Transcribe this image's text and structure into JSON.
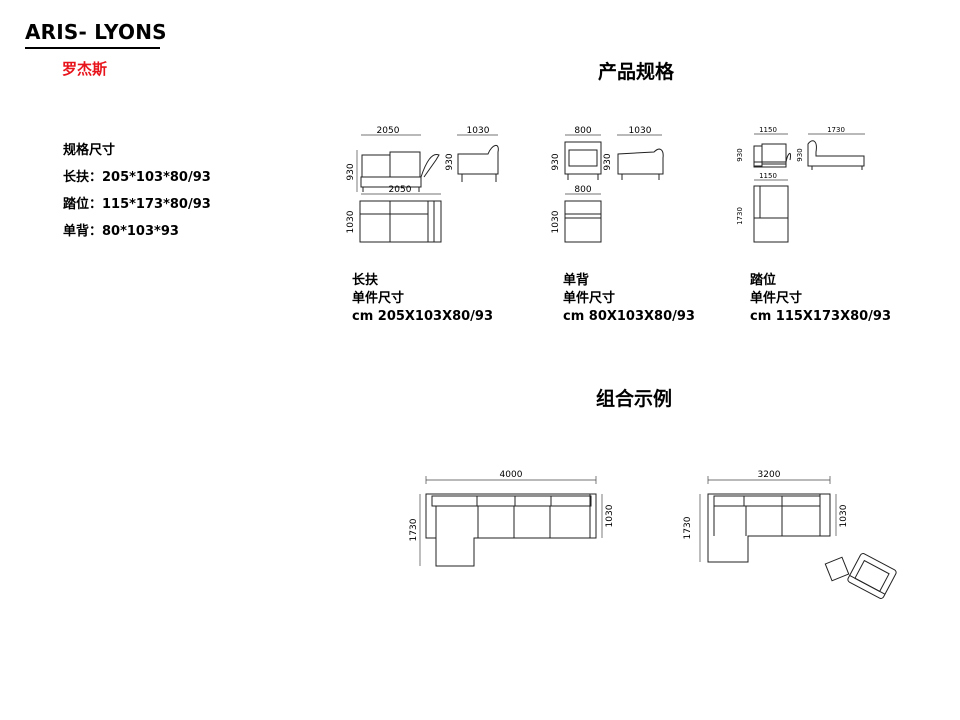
{
  "header": {
    "brand": "ARIS- LYONS",
    "brand_cn": "罗杰斯",
    "spec_title": "产品规格",
    "combo_title": "组合示例"
  },
  "spec_list": {
    "title": "规格尺寸",
    "items": [
      "长扶：205*103*80/93",
      "踏位：115*173*80/93",
      "单背：80*103*93"
    ]
  },
  "products": [
    {
      "name": "长扶",
      "unit_label": "单件尺寸",
      "size": "cm 205X103X80/93",
      "dims": {
        "front_width": "2050",
        "side_depth": "1030",
        "height": "930",
        "top_width": "2050",
        "top_depth": "1030"
      }
    },
    {
      "name": "单背",
      "unit_label": "单件尺寸",
      "size": "cm 80X103X80/93",
      "dims": {
        "front_width": "800",
        "side_depth": "1030",
        "height": "930",
        "top_width": "800",
        "top_depth": "1030"
      }
    },
    {
      "name": "踏位",
      "unit_label": "单件尺寸",
      "size": "cm 115X173X80/93",
      "dims": {
        "front_width": "1150",
        "side_depth": "1730",
        "height": "930",
        "top_width": "1150",
        "top_depth": "1730"
      }
    }
  ],
  "combos": [
    {
      "width": "4000",
      "left_depth": "1730",
      "right_depth": "1030"
    },
    {
      "width": "3200",
      "left_depth": "1730",
      "right_depth": "1030"
    }
  ]
}
